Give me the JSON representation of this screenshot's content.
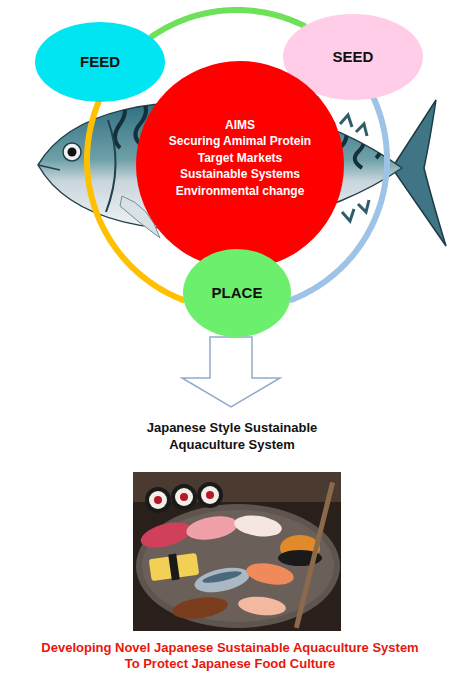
{
  "diagram": {
    "caption": "Developing Novel Japanese Sustainable Aquaculture System To Protect Japanese Food Culture",
    "nodes": [
      {
        "text": [
          "FEED"
        ]
      },
      {
        "text": [
          "SEED"
        ]
      },
      {
        "text": [
          "AIMS",
          "Securing Amimal Protein",
          "Target Markets",
          "Sustainable Systems",
          "Environmental change"
        ]
      },
      {
        "text": [
          "PLACE"
        ]
      }
    ],
    "edges": [
      {
        "from": 0,
        "to": 1,
        "arrow": "none"
      },
      {
        "from": 1,
        "to": 3,
        "arrow": "none"
      },
      {
        "from": 0,
        "to": 3,
        "arrow": "none"
      }
    ],
    "labels": [
      "Japanese Style Sustainable Aquaculture System"
    ]
  }
}
